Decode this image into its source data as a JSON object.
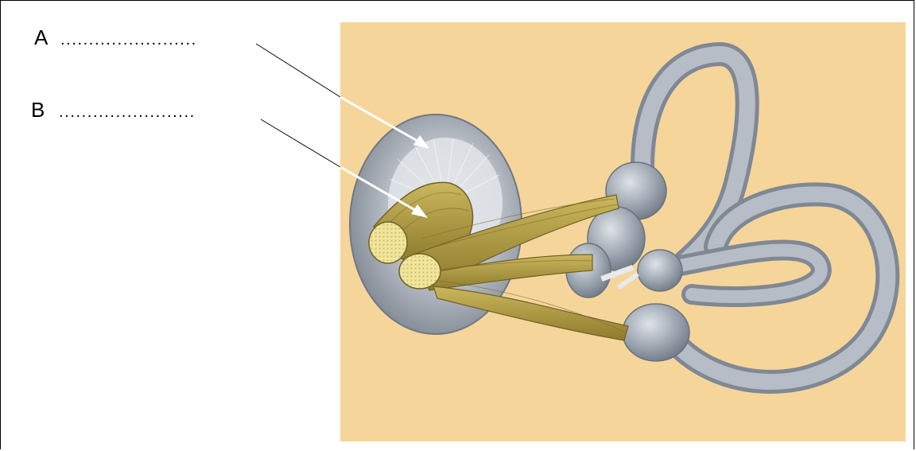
{
  "labels": {
    "a": {
      "letter": "A",
      "blank": "........................"
    },
    "b": {
      "letter": "B",
      "blank": "........................"
    }
  },
  "colors": {
    "background_panel": "#f6d59a",
    "membrane": "#9aa3ad",
    "nerve": "#b9a44a",
    "pointer_arrow": "#ffffff",
    "leader_line": "#000000"
  },
  "illustration": "inner-ear-labyrinth-with-vestibulocochlear-nerve"
}
